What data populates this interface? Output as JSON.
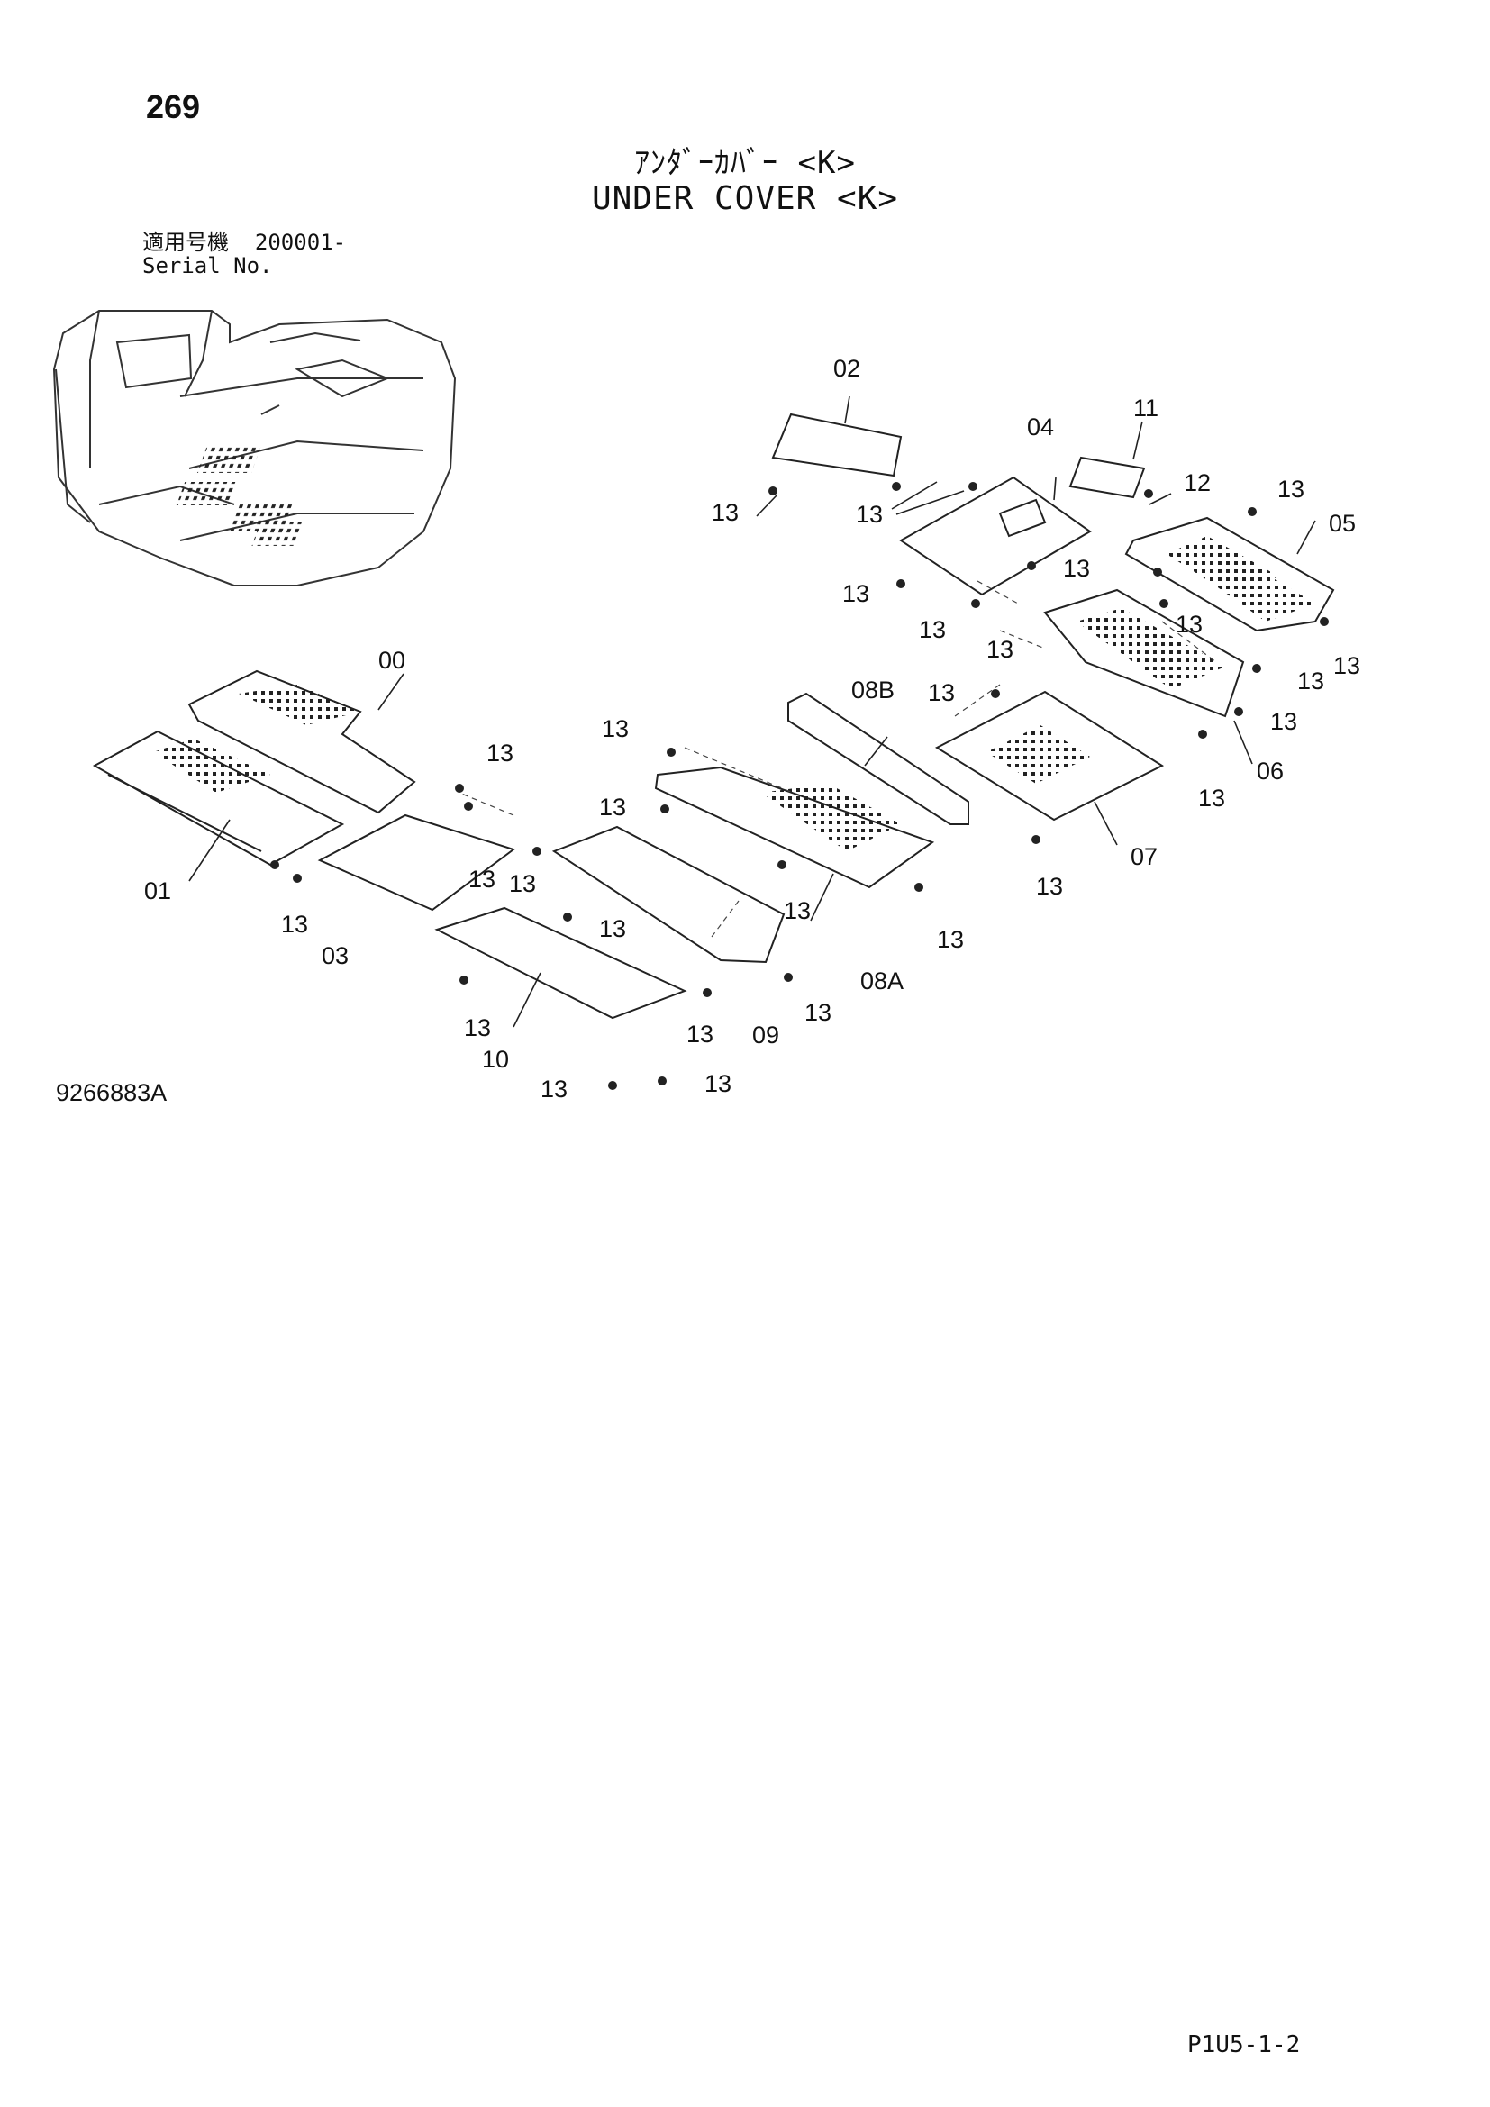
{
  "page_number": "269",
  "title": {
    "jp": "ｱﾝﾀﾞｰｶﾊﾞｰ <K>",
    "en": "UNDER COVER <K>"
  },
  "serial": {
    "jp_label": "適用号機",
    "value": "200001-",
    "en_label": "Serial No."
  },
  "callouts": [
    "00",
    "01",
    "02",
    "03",
    "04",
    "05",
    "06",
    "07",
    "08A",
    "08B",
    "09",
    "10",
    "11",
    "12",
    "13"
  ],
  "drawing_number": "9266883A",
  "page_ref": "P1U5-1-2"
}
